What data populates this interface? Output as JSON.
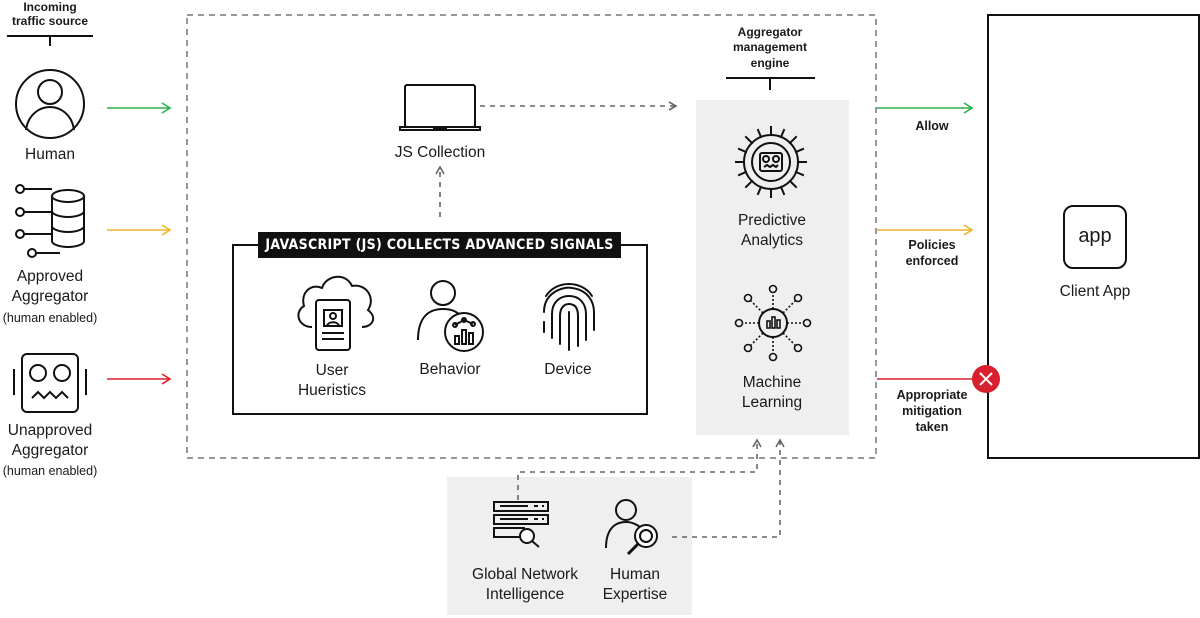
{
  "incoming": {
    "header": "Incoming\ntraffic source",
    "sources": [
      {
        "label": "Human",
        "sublabel": ""
      },
      {
        "label": "Approved\nAggregator",
        "sublabel": "(human enabled)"
      },
      {
        "label": "Unapproved\nAggregator",
        "sublabel": "(human enabled)"
      }
    ]
  },
  "js_collection": {
    "label": "JS Collection"
  },
  "signals": {
    "banner": "JAVASCRIPT (JS) COLLECTS ADVANCED SIGNALS",
    "items": [
      {
        "label": "User\nHueristics",
        "icon": "cloud-tablet-user-icon"
      },
      {
        "label": "Behavior",
        "icon": "person-chart-icon"
      },
      {
        "label": "Device",
        "icon": "fingerprint-icon"
      }
    ]
  },
  "engine": {
    "header": "Aggregator\nmanagement\nengine",
    "items": [
      {
        "label": "Predictive\nAnalytics",
        "icon": "gear-robot-icon"
      },
      {
        "label": "Machine\nLearning",
        "icon": "neural-network-icon"
      }
    ]
  },
  "outcomes": [
    {
      "label": "Allow",
      "color": "#2db14b"
    },
    {
      "label": "Policies\nenforced",
      "color": "#f0b429"
    },
    {
      "label": "Appropriate\nmitigation\ntaken",
      "color": "#d9202e"
    }
  ],
  "client": {
    "app_label": "app",
    "label": "Client App"
  },
  "inputs": [
    {
      "label": "Global Network\nIntelligence",
      "icon": "server-search-icon"
    },
    {
      "label": "Human\nExpertise",
      "icon": "person-search-icon"
    }
  ],
  "colors": {
    "green": "#2db14b",
    "yellow": "#f0b429",
    "red": "#d9202e",
    "panel": "#efefef",
    "dash": "#777777"
  }
}
